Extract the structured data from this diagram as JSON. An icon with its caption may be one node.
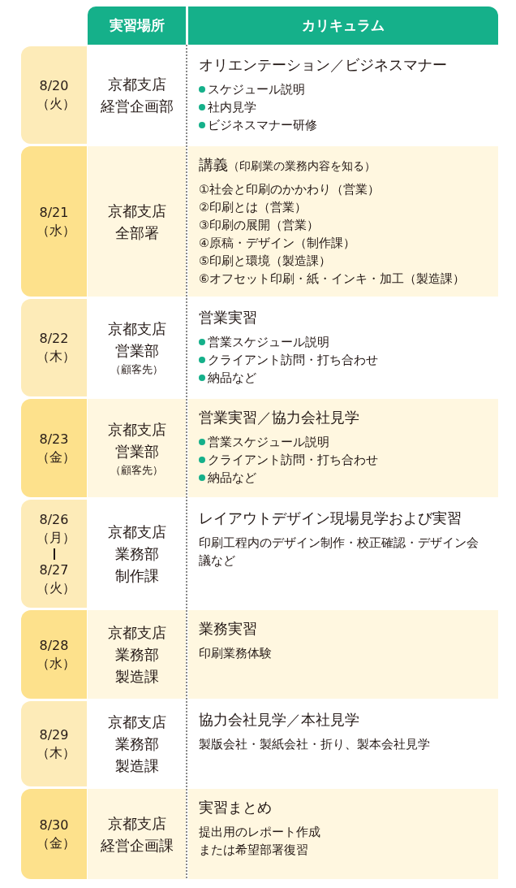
{
  "diagram": {
    "labels": [
      "実習場所",
      "カリキュラム",
      "8/20（火）",
      "京都支店",
      "経営企画部",
      "オリエンテーション／ビジネスマナー",
      "スケジュール説明",
      "社内見学",
      "ビジネスマナー研修",
      "8/21（水）",
      "京都支店",
      "全部署",
      "講義",
      "（印刷業の業務内容を知る）",
      "①社会と印刷のかかわり（営業）",
      "②印刷とは（営業）",
      "③印刷の展開（営業）",
      "④原稿・デザイン（制作課）",
      "⑤印刷と環境（製造課）",
      "⑥オフセット印刷・紙・インキ・加工（製造課）",
      "8/22（木）",
      "京都支店",
      "営業部",
      "（顧客先）",
      "営業実習",
      "営業スケジュール説明",
      "クライアント訪問・打ち合わせ",
      "納品など",
      "8/23（金）",
      "京都支店",
      "営業部",
      "（顧客先）",
      "営業実習／協力会社見学",
      "営業スケジュール説明",
      "クライアント訪問・打ち合わせ",
      "納品など",
      "8/26（月）",
      "8/27（火）",
      "京都支店",
      "業務部",
      "制作課",
      "レイアウトデザイン現場見学および実習",
      "印刷工程内のデザイン制作・校正確認・デザイン会議など",
      "8/28（水）",
      "京都支店",
      "業務部",
      "製造課",
      "業務実習",
      "印刷業務体験",
      "8/29（木）",
      "京都支店",
      "業務部",
      "製造課",
      "協力会社見学／本社見学",
      "製版会社・製紙会社・折り、製本会社見学",
      "8/30（金）",
      "京都支店",
      "経営企画課",
      "実習まとめ",
      "提出用のレポート作成",
      "または希望部署復習"
    ]
  }
}
